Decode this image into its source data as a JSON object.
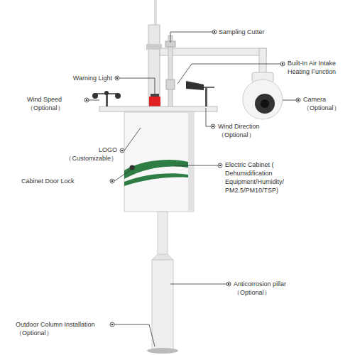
{
  "diagram": {
    "labels": [
      "Sampling Cutter",
      "Built-In Air Intake Heating Function",
      "Warning Light",
      "Wind Speed （Optional）",
      "Camera （Optional）",
      "Wind Direction （Optional）",
      "LOGO （Customizable）",
      "Cabinet Door Lock",
      "Electric Cabinet ( Dehumidification Equipment/Humidity/ PM2.5/PM10/TSP)",
      "Anticorrosion pillar （Optional）",
      "Outdoor Column Installation （Optional）"
    ]
  }
}
